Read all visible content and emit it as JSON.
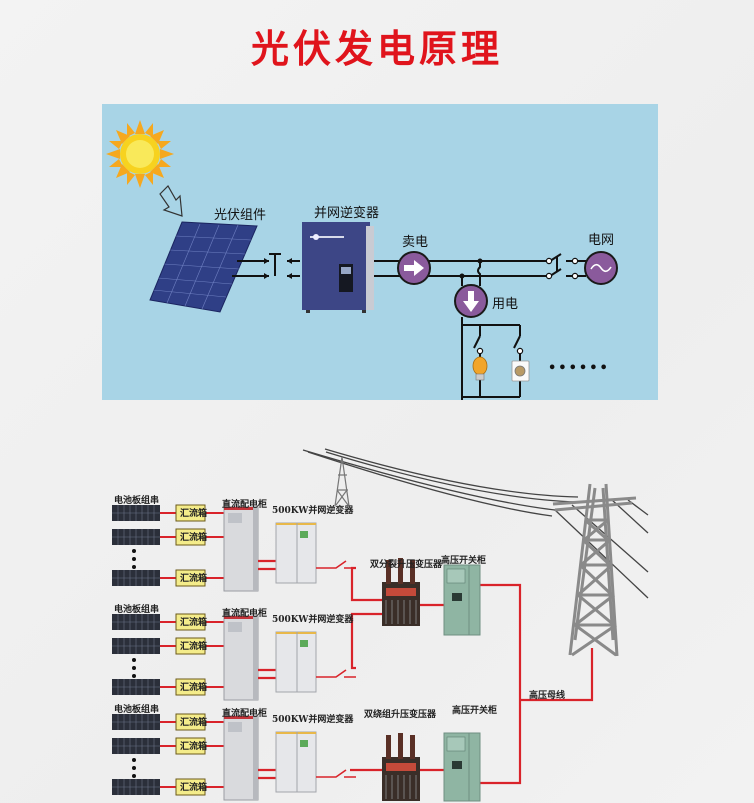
{
  "title": "光伏发电原理",
  "colors": {
    "title": "#e0141c",
    "panel_bg": "#a8d4e6",
    "meter_purple": "#8a5a9c",
    "wire_red": "#d9232a",
    "combiner_yellow": "#f4ec8a"
  },
  "top_diagram": {
    "sun_icon": "sun",
    "pv_module_label": "光伏组件",
    "inverter_label": "并网逆变器",
    "sell_label": "卖电",
    "use_label": "用电",
    "grid_label": "电网",
    "loads": [
      "light-bulb",
      "washing-machine"
    ],
    "more_loads": "••••••"
  },
  "bottom_diagram": {
    "rows": [
      {
        "panel_string_label": "电池板组串",
        "combiner_labels": [
          "汇流箱",
          "汇流箱",
          "汇流箱"
        ],
        "dc_cabinet_label": "直流配电柜",
        "inverter_label": "500KW并网逆变器"
      },
      {
        "panel_string_label": "电池板组串",
        "combiner_labels": [
          "汇流箱",
          "汇流箱",
          "汇流箱"
        ],
        "dc_cabinet_label": "直流配电柜",
        "inverter_label": "500KW并网逆变器"
      },
      {
        "panel_string_label": "电池板组串",
        "combiner_labels": [
          "汇流箱",
          "汇流箱",
          "汇流箱"
        ],
        "dc_cabinet_label": "直流配电柜",
        "inverter_label": "500KW并网逆变器"
      }
    ],
    "transformers": [
      {
        "label": "双分裂升压变压器"
      },
      {
        "label": "双绕组升压变压器"
      }
    ],
    "switchgear": [
      {
        "label": "高压开关柜"
      },
      {
        "label": "高压开关柜"
      }
    ],
    "busbar_label": "高压母线"
  }
}
